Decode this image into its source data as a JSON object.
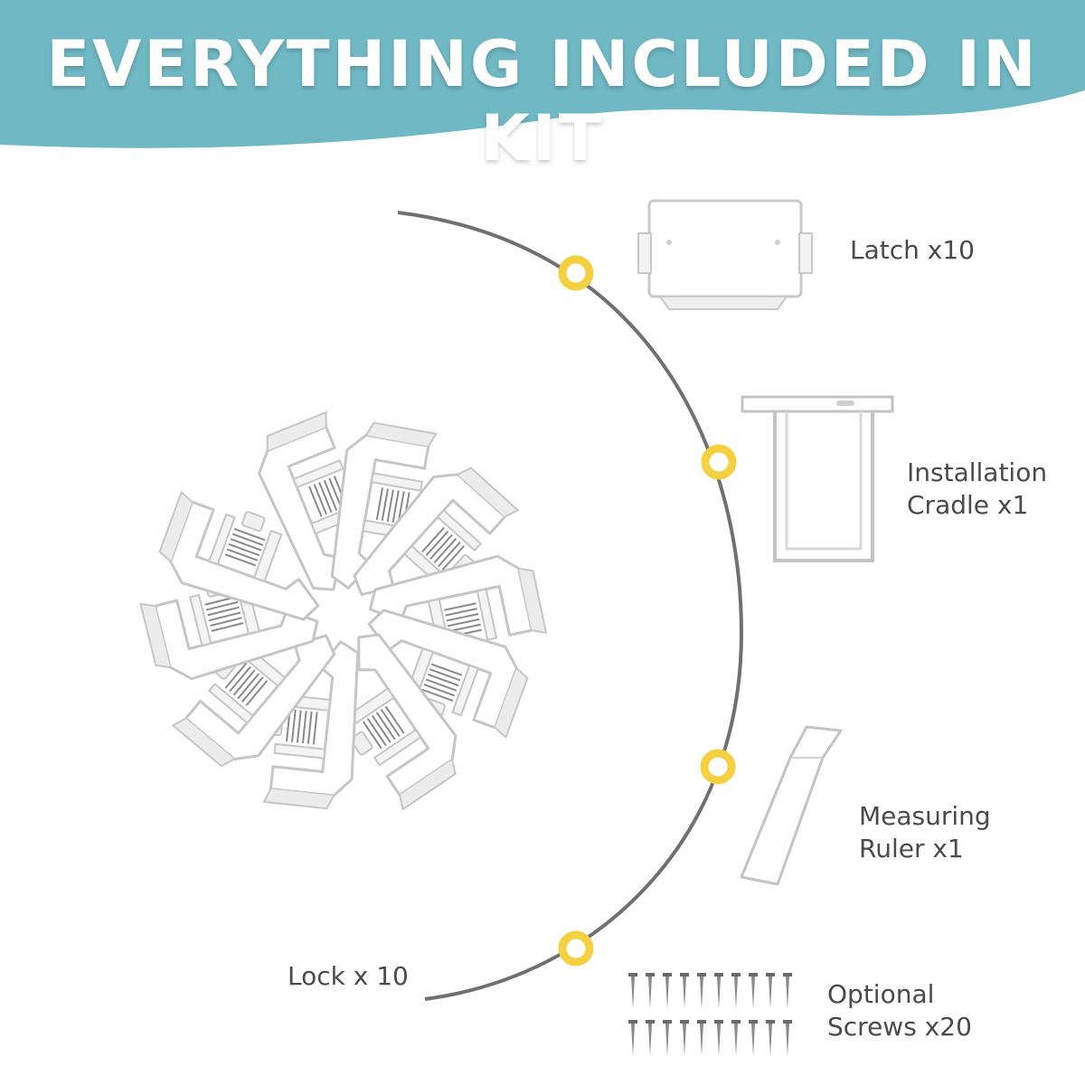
{
  "title": "EVERYTHING INCLUDED IN KIT",
  "colors": {
    "banner": "#6fb8c4",
    "dot": "#f5d040",
    "line": "#707070",
    "text": "#4a4a4a"
  },
  "items": {
    "latch": {
      "line1": "Latch x10",
      "icon": "latch-part"
    },
    "cradle": {
      "line1": "Installation",
      "line2": "Cradle x1",
      "icon": "cradle-part"
    },
    "ruler": {
      "line1": "Measuring",
      "line2": "Ruler x1",
      "icon": "ruler-part"
    },
    "screws": {
      "line1": "Optional",
      "line2": "Screws x20",
      "icon": "screws-part"
    },
    "lock": {
      "line1": "Lock x 10",
      "icon": "lock-part"
    }
  }
}
